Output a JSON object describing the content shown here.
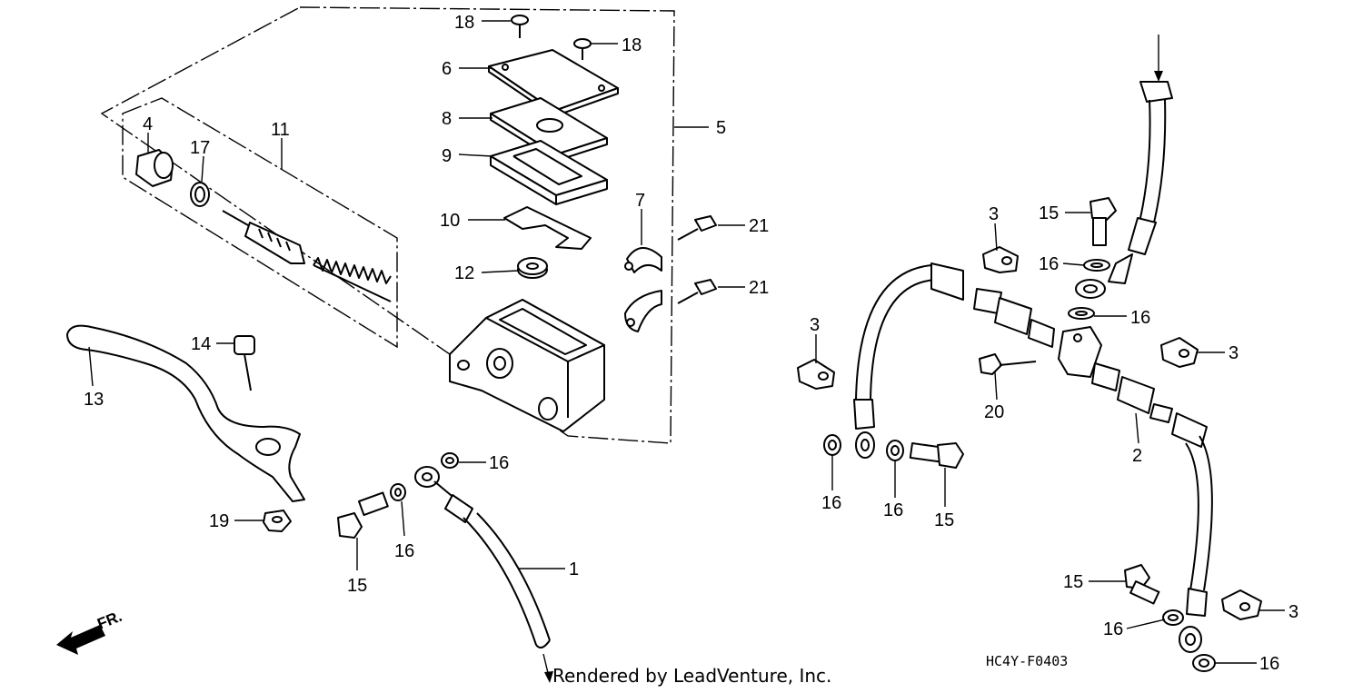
{
  "diagram": {
    "code": "HC4Y-F0403",
    "credit": "Rendered by LeadVenture, Inc.",
    "direction": "FR."
  },
  "callouts": {
    "c18a": "18",
    "c18b": "18",
    "c6": "6",
    "c8": "8",
    "c9": "9",
    "c5": "5",
    "c4": "4",
    "c17": "17",
    "c11": "11",
    "c10": "10",
    "c7": "7",
    "c12": "12",
    "c21a": "21",
    "c21b": "21",
    "c14": "14",
    "c13": "13",
    "c19": "19",
    "c16a": "16",
    "c15a": "15",
    "c16b": "16",
    "c1": "1",
    "c3a": "3",
    "c15b": "15",
    "c16c": "16",
    "c16d": "16",
    "c3b": "3",
    "c3c": "3",
    "c20": "20",
    "c2": "2",
    "c16e": "16",
    "c16f": "16",
    "c15c": "15",
    "c15d": "15",
    "c16g": "16",
    "c3d": "3",
    "c16h": "16"
  }
}
